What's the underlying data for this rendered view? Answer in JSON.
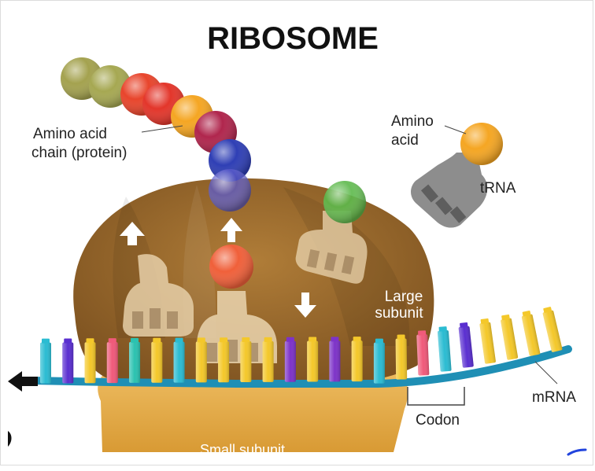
{
  "title": "RIBOSOME",
  "labels": {
    "amino_acid_chain_line1": "Amino acid",
    "amino_acid_chain_line2": "chain (protein)",
    "amino_acid_line1": "Amino",
    "amino_acid_line2": "acid",
    "trna": "tRNA",
    "large_subunit_line1": "Large",
    "large_subunit_line2": "subunit",
    "small_subunit": "Small subunit",
    "codon": "Codon",
    "mrna": "mRNA"
  },
  "colors": {
    "large_subunit": "#9b6a2c",
    "small_subunit": "#e8b14e",
    "mrna_backbone": "#1f8fb5",
    "trna_bound": "#e6cfa8",
    "trna_free": "#8d8d8d",
    "amino_acid_free": "#f5a623",
    "arrow": "#ffffff"
  },
  "amino_chain_colors": [
    "#a4a24f",
    "#a6a852",
    "#e8452c",
    "#e3362b",
    "#f5a623",
    "#b0264d",
    "#2f3fb5",
    "#5a5acc"
  ],
  "bound_amino_colors": [
    "#f0603a",
    "#5cb84a"
  ],
  "nucleotide_colors": [
    "#2bbcd2",
    "#5a2fd0",
    "#f4c82a",
    "#f05a7a",
    "#2bc2b0",
    "#f4c82a",
    "#2bbcd2",
    "#f4c82a",
    "#f4c82a",
    "#f4c82a",
    "#f4c82a",
    "#7d33c8",
    "#f4c82a",
    "#7d33c8",
    "#f4c82a",
    "#2bbcd2",
    "#f4c82a",
    "#f05a7a",
    "#2bbcd2",
    "#5a2fd0",
    "#f4c82a",
    "#f4c82a",
    "#f4c82a",
    "#f4c82a",
    "#f05a7a",
    "#5a2fd0"
  ]
}
